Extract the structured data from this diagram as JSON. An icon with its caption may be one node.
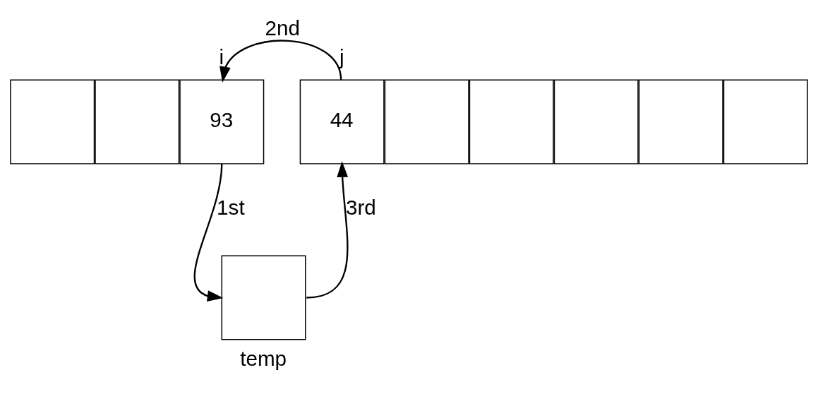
{
  "diagram": {
    "nodes": [
      {
        "text": [],
        "shape": "box"
      },
      {
        "text": [],
        "shape": "box"
      },
      {
        "text": [
          "93"
        ],
        "beside": [
          "i"
        ]
      },
      {
        "text": [],
        "shape": "box"
      },
      {
        "text": [],
        "shape": "box"
      },
      {
        "text": [],
        "shape": "box"
      },
      {
        "text": [
          "44"
        ],
        "beside": [
          "j"
        ]
      },
      {
        "text": [],
        "shape": "box"
      },
      {
        "text": [],
        "shape": "box"
      },
      {
        "text": [],
        "shape": "box",
        "beside": [
          "temp"
        ]
      }
    ],
    "edges": [
      {
        "from": 2,
        "to": 9,
        "arrow": "to",
        "label": "1st"
      },
      {
        "from": 6,
        "to": 2,
        "arrow": "to",
        "label": "2nd"
      },
      {
        "from": 9,
        "to": 6,
        "arrow": "to",
        "label": "3rd"
      }
    ]
  }
}
